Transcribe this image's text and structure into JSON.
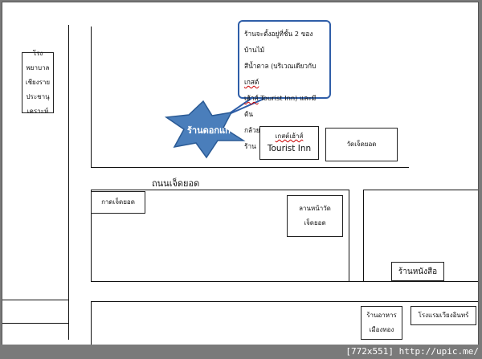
{
  "map": {
    "hospital": [
      "โรงพยาบาล",
      "เชียงราย",
      "ประชานุ",
      "เคราะห์"
    ],
    "shop_name": "ร้านดอกแก้ว",
    "callout_lines": [
      "ร้านจะตั้งอยู่ที่ชั้น 2 ของบ้านไม้",
      "สีน้ำตาล (บริเวณเดียวกับ",
      "เกสต์",
      "เฮ้าส์",
      " Tourist Inn) และมีต้น",
      "กล้วยไม้แขวนอยู่รอบๆ ตัวร้าน"
    ],
    "guesthouse": {
      "thai": "เกสต์เฮ้าส์",
      "eng": "Tourist Inn"
    },
    "temple_right": "วัดเจ็ดยอด",
    "road_name": "ถนนเจ็ดยอด",
    "market": "กาดเจ็ดยอด",
    "temple_front": [
      "ลานหน้าวัด",
      "เจ็ดยอด"
    ],
    "bookstore": "ร้านหนังสือ",
    "restaurant": [
      "ร้านอาหาร",
      "เมืองทอง"
    ],
    "hotel": "โรงแรมเวียงอินทร์"
  },
  "colors": {
    "star_fill": "#4a7ebb",
    "star_stroke": "#2a5a95",
    "callout_border": "#2f5ea8"
  },
  "footer": {
    "credit": "[772x551] http://upic.me/"
  }
}
